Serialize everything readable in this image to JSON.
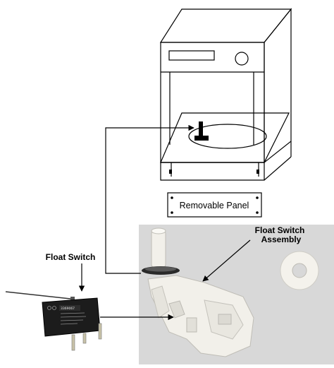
{
  "labels": {
    "removable_panel": "Removable Panel",
    "float_switch_assembly_line1": "Float Switch",
    "float_switch_assembly_line2": "Assembly",
    "float_switch": "Float Switch"
  },
  "switch_markings": {
    "part_number": "3369067"
  },
  "colors": {
    "line": "#000000",
    "photo_background": "#d8d8d8",
    "plastic": "#f2f0ea",
    "switch_body": "#1c1c1c"
  }
}
